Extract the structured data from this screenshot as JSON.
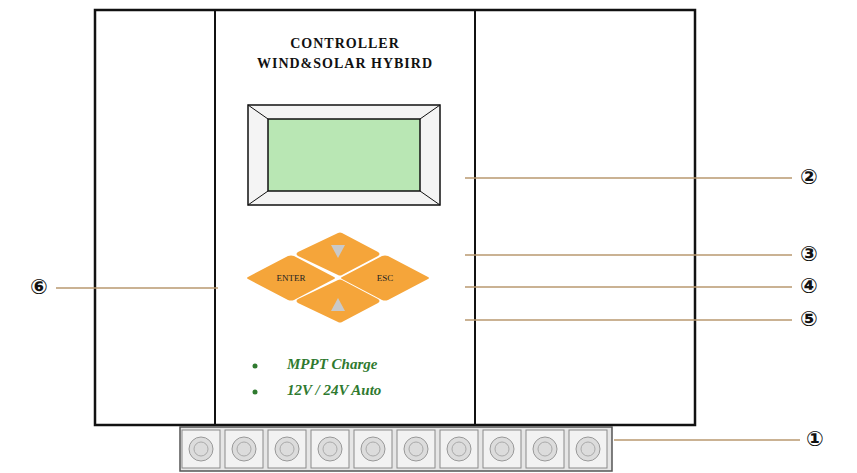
{
  "diagram": {
    "nodes": [
      {
        "text": [
          "CONTROLLER WIND&SOLAR HYBIRD",
          "MPPT Charge",
          "12V / 24V Auto"
        ]
      },
      {
        "text": [
          "ENTER"
        ],
        "in": 0
      },
      {
        "text": [
          "ESC"
        ],
        "in": 0
      }
    ],
    "labels": [
      "②",
      "③",
      "⑥",
      "④",
      "⑤",
      "①"
    ]
  }
}
